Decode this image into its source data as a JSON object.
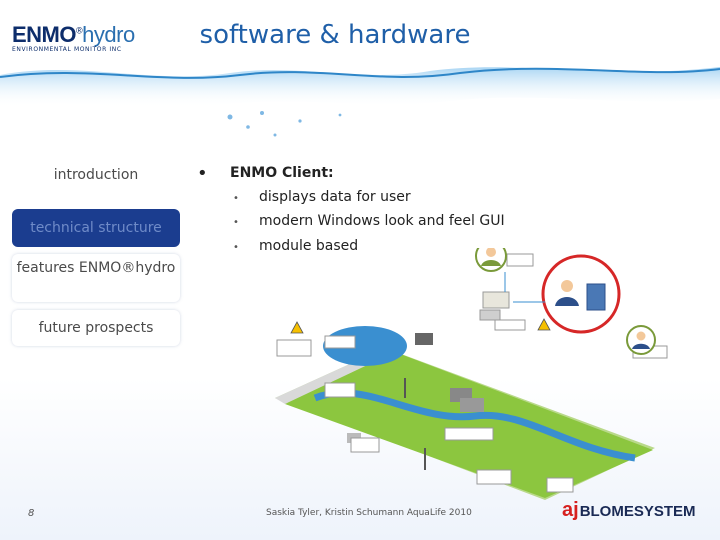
{
  "logo": {
    "main": "ENMO",
    "reg": "®",
    "suffix": "hydro",
    "subtitle": "ENVIRONMENTAL MONITOR INC"
  },
  "title": "software & hardware",
  "nav": {
    "introduction": "introduction",
    "technical": "technical structure",
    "features": "features ENMO®hydro",
    "future": "future prospects"
  },
  "content": {
    "bullet": "•",
    "client_title": "ENMO Client:",
    "sub_bullet": "•",
    "items": [
      "displays data for user",
      "modern Windows look and feel GUI",
      "module based"
    ]
  },
  "page_number": "8",
  "footer": "Saskia Tyler, Kristin Schumann AquaLife 2010",
  "brand": {
    "aj": "aj",
    "name": "BLOMESYSTEM"
  },
  "colors": {
    "title": "#1f5fa8",
    "nav_active": "#1b3d8f",
    "brand_red": "#d6201f",
    "land": "#8cc63f",
    "water": "#3a8fd0"
  }
}
